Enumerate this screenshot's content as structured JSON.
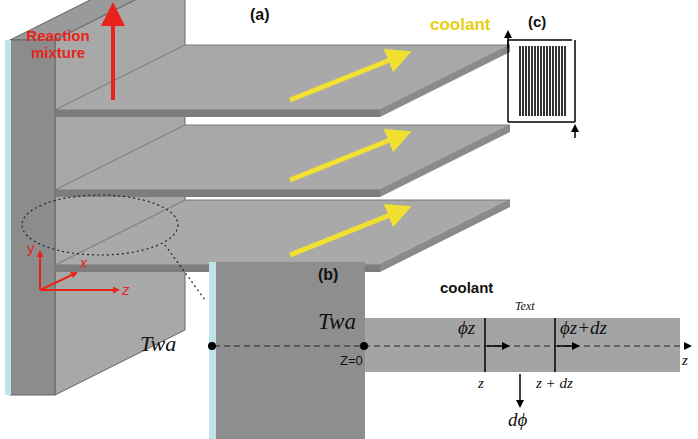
{
  "diagram": {
    "labels": [
      "Reaction mixture",
      "(a)",
      "coolant",
      "y",
      "x",
      "z",
      "(c)",
      "(b)",
      "coolant",
      "Text",
      "Twa",
      "Twa",
      "Z=0",
      "ϕz",
      "ϕz+dz",
      "z",
      "z + dz",
      "dϕ",
      "z"
    ]
  }
}
